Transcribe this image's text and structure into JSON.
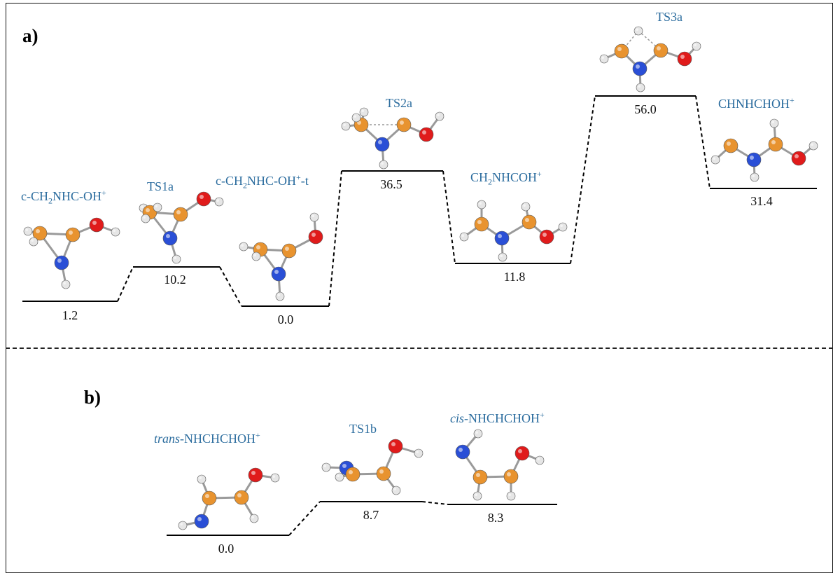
{
  "panels": {
    "a_label": "a)",
    "b_label": "b)"
  },
  "colors": {
    "carbon": "#e8932f",
    "nitrogen": "#2a4fd6",
    "oxygen": "#e01b1b",
    "hydrogen": "#e6e6e6",
    "label_text": "#2b6c9e"
  },
  "panel_a": {
    "species": [
      {
        "label_main": "c-CH",
        "label_sub": "2",
        "label_rest": "NHC-OH",
        "label_sup": "+",
        "energy": "1.2"
      },
      {
        "label_main": "TS1a",
        "energy": "10.2"
      },
      {
        "label_main": "c-CH",
        "label_sub": "2",
        "label_rest": "NHC-OH",
        "label_sup": "+",
        "label_tail": "-t",
        "energy": "0.0"
      },
      {
        "label_main": "TS2a",
        "energy": "36.5"
      },
      {
        "label_main": "CH",
        "label_sub": "2",
        "label_rest": "NHCOH",
        "label_sup": "+",
        "energy": "11.8"
      },
      {
        "label_main": "TS3a",
        "energy": "56.0"
      },
      {
        "label_main": "CHNHCHOH",
        "label_sup": "+",
        "energy": "31.4"
      }
    ]
  },
  "panel_b": {
    "species": [
      {
        "label_ital": "trans",
        "label_rest": "-NHCHCHOH",
        "label_sup": "+",
        "energy": "0.0"
      },
      {
        "label_main": "TS1b",
        "energy": "8.7"
      },
      {
        "label_ital": "cis",
        "label_rest": "-NHCHCHOH",
        "label_sup": "+",
        "energy": "8.3"
      }
    ]
  }
}
